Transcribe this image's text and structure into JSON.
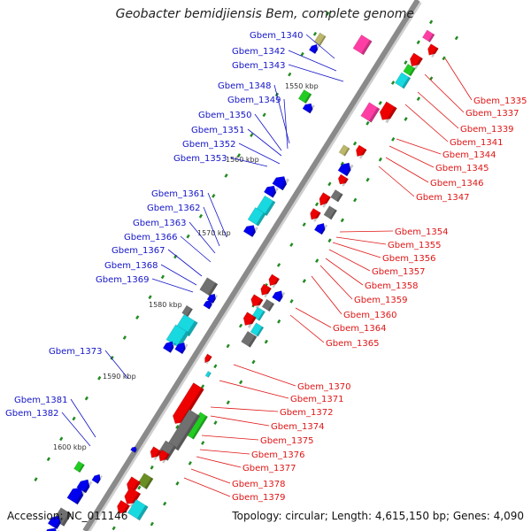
{
  "title": "Geobacter bemidjiensis Bem, complete genome",
  "accession_text": "Accession: NC_011146",
  "summary_text": "Topology: circular; Length: 4,615,150 bp; Genes: 4,090",
  "colors": {
    "backbone": "#8a8a8a",
    "left_label": "#1414c8",
    "right_label": "#e01414",
    "tick": "#228b22",
    "forward_gene": "#0000ee",
    "reverse_gene": "#ee0000",
    "cyan_gene": "#18d8e0",
    "gray_gene": "#707070",
    "green_gene": "#22cc22",
    "olive_gene": "#6b8e23",
    "pink_gene": "#ff3ea5",
    "khaki_gene": "#bdb76b"
  },
  "scale_labels": [
    "1550 kbp",
    "1560 kbp",
    "1570 kbp",
    "1580 kbp",
    "1590 kbp",
    "1600 kbp"
  ],
  "left_labels": [
    "Gbem_1340",
    "Gbem_1342",
    "Gbem_1343",
    "Gbem_1348",
    "Gbem_1349",
    "Gbem_1350",
    "Gbem_1351",
    "Gbem_1352",
    "Gbem_1353",
    "Gbem_1361",
    "Gbem_1362",
    "Gbem_1363",
    "Gbem_1366",
    "Gbem_1367",
    "Gbem_1368",
    "Gbem_1369",
    "Gbem_1373",
    "Gbem_1381",
    "Gbem_1382"
  ],
  "right_labels": [
    "Gbem_1335",
    "Gbem_1337",
    "Gbem_1339",
    "Gbem_1341",
    "Gbem_1344",
    "Gbem_1345",
    "Gbem_1346",
    "Gbem_1347",
    "Gbem_1354",
    "Gbem_1355",
    "Gbem_1356",
    "Gbem_1357",
    "Gbem_1358",
    "Gbem_1359",
    "Gbem_1360",
    "Gbem_1364",
    "Gbem_1365",
    "Gbem_1370",
    "Gbem_1371",
    "Gbem_1372",
    "Gbem_1374",
    "Gbem_1375",
    "Gbem_1376",
    "Gbem_1377",
    "Gbem_1378",
    "Gbem_1379"
  ]
}
